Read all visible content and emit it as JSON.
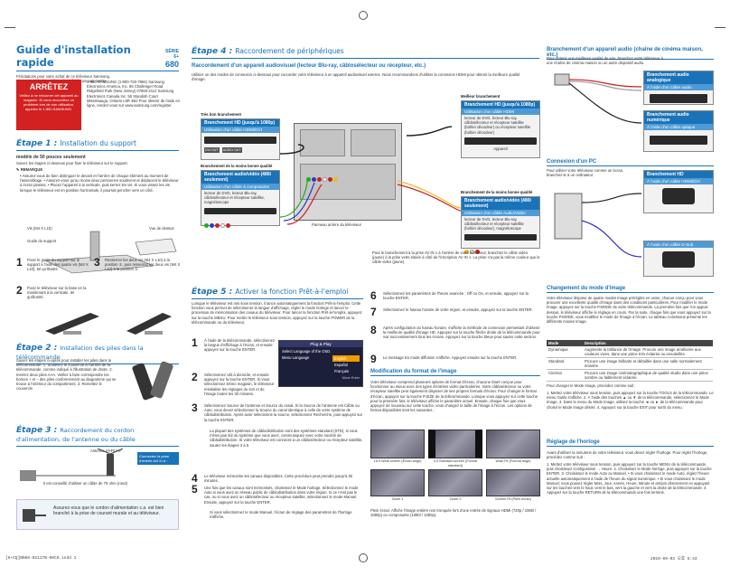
{
  "guide": {
    "title": "Guide d'installation rapide",
    "series_label": "SÉRIE 6+",
    "series_num": "680",
    "intro": "Félicitations pour votre achat de ce téléviseur Samsung. Lisez ce guide de configuration afin de pouvoir mettre rapidement votre téléviseur en service.",
    "stop_title": "ARRÊTEZ",
    "stop_text": "Veillez à ne retourner cet appareil au magasin. Si vous rencontrez un problème lors de son utilisation, appelez le 1-800-SAMSUNG.",
    "contact": "1-800-SAMSUNG (1-800-726-7864) Samsung Electronics America, Inc. 85 Challenger Road Ridgefield Park (New Jersey) 07660-2112 Samsung Electronics Canada Inc. 55 Standish Court Mississauga, Ontario L5R 4B2 Pour obtenir de l'aide en ligne, rendez-vous sur www.samsung.com/register"
  },
  "step1": {
    "label": "Étape 1",
    "title": "Installation du support",
    "model_line": "modèle de 50 pouces seulement",
    "instr": "Suivez les étapes ci-dessous pour fixer le téléviseur sur le support.",
    "remark": "REMARQUE",
    "notes": "• Assurez-vous de bien distinguer le devant et l'arrière de chaque élément au moment de l'assemblage. • Assurez-vous qu'au moins deux personnes soulèvent et déplacent le téléviseur à écran plasma. • Placez l'appareil à la verticale, puis serrez les vis. Si vous vissez les vis lorsque le téléviseur est en position horizontale, il pourrait pencher vers un côté.",
    "screw": "Vis (M4 X L10)",
    "guide_label": "Guide du support",
    "top_label": "Vue de dessus",
    "s1": "Fixez le guide du support sur le support à l'aide des quatre vis (M4 X L10), tel qu'illustré.",
    "s2": "Fixez le téléviseur sur la base en la maintenant à la verticale, tel qu'illustré.",
    "s3": "Resserrez les deux vis (M4 X L10) à la position ①, puis resserrez les deux vis (M4 X L10) à la position ②."
  },
  "step2": {
    "label": "Étape 2",
    "title": "Installation des piles dans la télécommande",
    "text": "Suivez les étapes ci-après pour installer les piles dans la télécommande: 1. Soulevez le couvercle à l'arrière de la télécommande, comme indiqué à l'illustration de droite. 2. Insérez deux piles AAA. Veillez à faire correspondre les bornes + et – des piles conformément au diagramme qui se trouve à l'intérieur du compartiment. 3. Remettez le couvercle."
  },
  "step3": {
    "label": "Étape 3",
    "title": "Raccordement du cordon d'alimentation, de l'antenne ou du câble",
    "antenna": "Antenne VHF/UHF",
    "cable": "Il est conseillé d'utiliser un câble de 75 ohm (rond)",
    "input": "Connectez la prise d'entrée Ant In à :",
    "power_note": "Assurez-vous que le cordon d'alimentation c.a. est bien branché à la prise de courant murale et au téléviseur."
  },
  "step4a": {
    "label": "Étape 4",
    "title": "Raccordement de périphériques",
    "sub": "Raccordement d'un appareil audiovisuel (lecteur Blu-ray, câblosélecteur ou récepteur, etc.)",
    "desc": "Utilisez un des modes de connexion ci-dessous pour raccorder votre téléviseur à un appareil audiovisuel externe. Nous recommandons d'utiliser la connexion HDMI pour obtenir la meilleure qualité d'image.",
    "best_hd": "Très bon branchement",
    "best_hd_bar": "Branchement HD (jusqu'à 1080p)",
    "dvi_bar": "Utilisation d'un câble HDMI/DVI",
    "low": "Branchement de la moins bonne qualité",
    "low_bar": "Branchement audio/vidéo (480i seulement)",
    "comp_bar": "Utilisation d'un câble à composante",
    "comp_txt": "lecteur de DVD, lecteur Blu-ray, câblosélecteur et récepteur satellite, magnétoscope",
    "best": "Meilleur branchement",
    "best_bar": "Branchement HD (jusqu'à 1080p)",
    "hdmi_bar": "Utilisation d'un câble HDMI",
    "hdmi_txt": "lecteur de DVD, lecteur Blu-ray, câblosélecteur et récepteur satellite (boîtier décodeur) ou récepteur satellite (boîtier décodeur)",
    "av_low": "Branchement de la moins bonne qualité",
    "av_bar": "Branchement audio/vidéo (480i seulement)",
    "av_cable": "Utilisation d'un câble Audio/Vidéo",
    "av_txt": "lecteur de DVD, lecteur Blu-ray, câblosélecteur et récepteur satellite (boîtier décodeur), magnétoscope",
    "av_note": "Pour le branchement à la prise AV IN 1 à l'arrière de votre téléviseur, branchez le câble vidéo (jaune) à la prise verte située à côté de l'inscription AV IN 1. La prise n'a pas la même couleur que le câble vidéo (jaune).",
    "device": "Appareil",
    "tv_label": "Panneau arrière du téléviseur"
  },
  "step4b": {
    "audio_title": "Branchement d'un appareil audio (chaîne de cinéma maison, etc.)",
    "audio_desc": "Pour obtenir une meilleure qualité de son, branchez votre téléviseur à une chaîne de cinéma maison ou un autre dispositif audio.",
    "analog_bar": "Branchement audio analogique",
    "audio_cable": "À l'aide d'un câble audio",
    "optical_bar": "Branchement audio numérique",
    "optical_cable": "À l'aide d'un câble optique",
    "pc_title": "Connexion d'un PC",
    "pc_desc": "Pour utiliser votre téléviseur comme un écran, branchez-le à un ordinateur.",
    "pc_hd_bar": "Branchement HD",
    "pc_hdmi": "À l'aide d'un câble HDMI/DVI",
    "pc_dsub": "À l'aide d'un câble D-Sub"
  },
  "step5": {
    "label": "Étape 5",
    "title": "Activer la fonction Prêt-à-l'emploi",
    "intro": "Lorsque le téléviseur est mis sous tension, il lance automatiquement la fonction Prêt-à-l'emploi. Cette fonction vous permet de sélectionner la langue d'affichage, régler le mode horloge et lancer le processus de mémorisation des canaux du téléviseur. Pour lancer la fonction Prêt-à-l'emploi, appuyez sur la touche MENU. Pour mettre le téléviseur sous tension, appuyez sur la touche POWER de la télécommande ou du téléviseur.",
    "s1": "À l'aide de la télécommande, sélectionnez la langue d'affichage à l'écran, et ensuite appuyez sur la touche ENTER.",
    "s2": "Sélectionnez Util.à domicile, et ensuite appuyez sur la touche ENTER. Si vous sélectionnez Démo magasin, le téléviseur réinitialise les réglages du son et de l'image toutes les 30 minutes.",
    "s3": "Sélectionnez Source de l'antenne et Source du canal. Si la Source de l'antenne est Câble ou Auto, vous devez sélectionner la Source du canal identique à celle de votre système de câblodistribution. Après avoir sélectionné la source, sélectionnez Recherche, puis appuyez sur la touche ENTER.",
    "s3_note": "La plupart des systèmes de câblodistribution sont des systèmes standard (STD), si vous n'êtes pas sûr du système que vous avez, communiquez avec votre société de câblodistribution. Si votre téléviseur est connecté à un câblosélecteur ou récepteur satellite, sautez les étapes 3 à 5.",
    "s4": "Le téléviseur mémorise les canaux disponibles. Cette procédure peut prendre jusqu'à 45 minutes.",
    "s5": "Une fois que les canaux sont mémorisés, choisissez le Mode horloge. Sélectionnez le mode Auto si vous avez un réseau public de câblodistribution dans votre région. Si ce n'est pas le cas, ou si vous avez un câblosélecteur ou récepteur satellite, sélectionnez le mode Manuel. Ensuite, appuyez sur la touche ENTER.",
    "s5_note": "Si vous sélectionnez le mode Manuel, l'écran de réglage des paramètres de l'horloge s'affiche.",
    "menu_title": "Plug & Play",
    "menu_label": "Select Language of the OSD.",
    "menu_lang": "Menu Language",
    "menu_opts": [
      "English",
      "Español",
      "Français"
    ],
    "menu_foot": "Move  Enter"
  },
  "step5b": {
    "s6": "Sélectionnez les paramètres de l'heure avancée : Off ou On, et ensuite, appuyez sur la touche ENTER.",
    "s7": "Sélectionnez le fuseau horaire de votre région, et ensuite, appuyez sur la touche ENTER.",
    "s8": "Après configuration du fuseau horaire, s'affiche la méthode de connexion permettant d'obtenir la meilleure qualité d'image HD. Appuyez sur la touche flèche droite de la télécommande pour voir successivement tous les écrans. Appuyez sur la touche bleue pour sauter cette section.",
    "s9": "Le message En mode diffusion s'affiche. Appuyez ensuite sur la touche ENTER.",
    "format_title": "Modification du format de l'image",
    "format_desc": "Votre téléviseur comprend plusieurs options de format d'écran, chacune étant conçue pour fonctionner au mieux avec des types d'entrées vidéo particulières. Votre câblosélecteur ou votre récepteur satellite peut également disposer de ses propres formats d'écran. Pour changer le format d'écran, appuyez sur la touche P.SIZE de la télécommande. Lorsque vous appuyez sur cette touche pour la première fois, le téléviseur affiche le paramètre actuel. Ensuite, chaque fois que vous appuyez de nouveau sur cette touche, vous changez la taille de l'image à l'écran. Les options de format disponibles sont les suivantes :",
    "thumbs": [
      "16:9 Wide-screen (Écran large)",
      "4:3 Standard screen (Format standard)",
      "Wide Fit (Format large)",
      "Zoom 1",
      "Zoom 2",
      "Screen Fit (Plein écran)"
    ],
    "fit_note": "Plein écran: Affiche l'image entière non tronquée lors d'une entrée de signaux HDMI (720p / 1080i / 1080p) ou composante (1080i / 1080p)."
  },
  "mode": {
    "title": "Changement du mode d'image",
    "desc": "Votre téléviseur dispose de quatre modes Image préréglés en usine, chacun conçu pour vous procurer une excellente qualité d'image dans des conditions particulières. Pour modifier le mode Image, appuyez sur la touche P.MODE de votre télécommande. La première fois que l'on appuie dessus, le téléviseur affiche le réglage en cours. Par la suite, chaque fois que vous appuyez sur la touche P.MODE, vous modifiez le mode de l'image à l'écran. Le tableau ci-dessous présente les différents modes Image.",
    "col1": "Mode",
    "col2": "Description",
    "rows": [
      {
        "m": "Dynamique",
        "d": "Augmente la brillance de l'image. Procure une image améliorée aux couleurs vives, dans une pièce très éclairée ou ensoleillée."
      },
      {
        "m": "Standard",
        "d": "Procure une image brillante et détaillée dans une salle normalement éclairée."
      },
      {
        "m": "Cinéma",
        "d": "Procure une image cinématographique de qualité studio dans une pièce sombre ou faiblement éclairée."
      }
    ],
    "menu_intro": "Pour changer le Mode Image, procédez comme suit :",
    "steps": "1. Mettez votre téléviseur sous tension, puis appuyez sur la touche TOOLS de la télécommande. Le menu Outils s'affiche. 2. À l'aide des touches ▲ ou ▼ de la télécommande, sélectionnez le Mode Image. 3. Dans le menu du Mode Image, utilisez la touche ◄ ou ► de la télécommande pour choisir le Mode Image désiré. 4. Appuyez sur la touche EXIT pour sortir du menu."
  },
  "clock": {
    "title": "Réglage de l'horloge",
    "desc": "Avant d'utiliser la minuterie de votre téléviseur, vous devez régler l'horloge. Pour régler l'horloge, procédez comme suit :",
    "steps": "1. Mettez votre téléviseur sous tension, puis appuyez sur la touche MENU de la télécommande, puis choisissez Configuration → Heure. 2. Choisissez le Mode horloge, puis appuyez sur la touche ENTER. 3. Choisissez le mode Auto ou Manuel. • Si vous choisissez le mode Auto, réglez l'heure actuelle automatiquement à l'aide de l'heure du signal numérique. • Si vous choisissez le mode Manuel, vous pouvez régler Mois, Jour, Année, Heure, Minute et am/pm directement en appuyant sur les touches vers le haut, vers le bas, vers la gauche et vers la droite de la télécommande. 4. Appuyez sur la touche RETURN de la télécommande une fois terminé."
  },
  "footer": {
    "left": "[6+CQ]BN68-02117B-00CH.indd  1",
    "right": "2010-09-03   오후 5:43"
  }
}
